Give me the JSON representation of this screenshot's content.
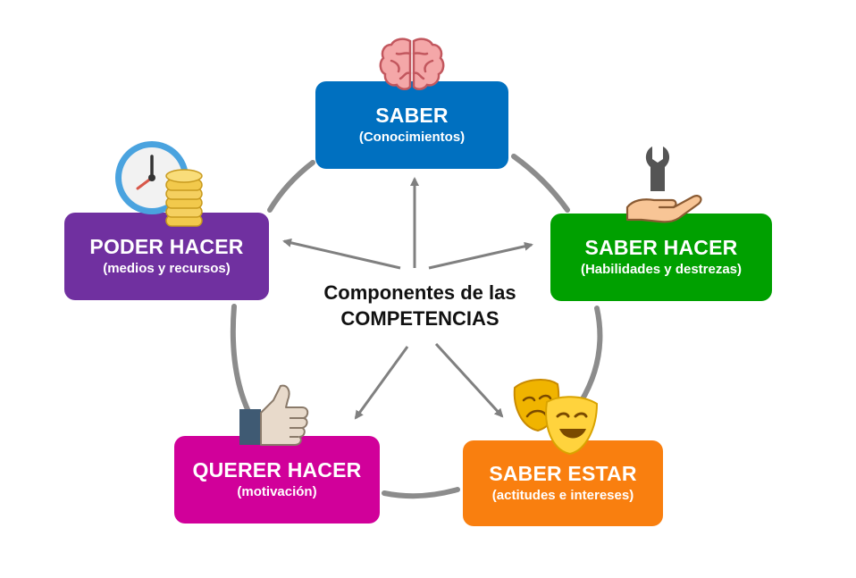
{
  "center": {
    "line1": "Componentes de las",
    "line2": "COMPETENCIAS"
  },
  "components": [
    {
      "id": "saber",
      "title": "SABER",
      "subtitle": "(Conocimientos)",
      "color": "#0070C0",
      "icon": "brain-icon"
    },
    {
      "id": "saber_hacer",
      "title": "SABER HACER",
      "subtitle": "(Habilidades y destrezas)",
      "color": "#00A000",
      "icon": "wrench-hand-icon"
    },
    {
      "id": "saber_estar",
      "title": "SABER ESTAR",
      "subtitle": "(actitudes e intereses)",
      "color": "#F97F0F",
      "icon": "theater-masks-icon"
    },
    {
      "id": "querer_hacer",
      "title": "QUERER HACER",
      "subtitle": "(motivación)",
      "color": "#D1009A",
      "icon": "thumbs-up-icon"
    },
    {
      "id": "poder_hacer",
      "title": "PODER HACER",
      "subtitle": "(medios y recursos)",
      "color": "#7030A0",
      "icon": "clock-coins-icon"
    }
  ],
  "colors": {
    "ring": "#8c8c8c",
    "arrow": "#808080",
    "text": "#111111"
  }
}
